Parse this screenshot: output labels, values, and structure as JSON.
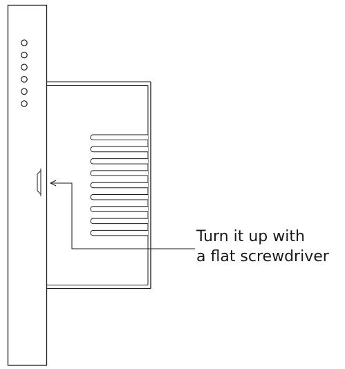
{
  "callout": {
    "line1": "Turn it up with",
    "line2": "a flat screwdriver"
  },
  "indicator_led_count": 6,
  "cooling_fin_count": 9,
  "colors": {
    "line": "#1a1a1a",
    "background": "#ffffff"
  }
}
